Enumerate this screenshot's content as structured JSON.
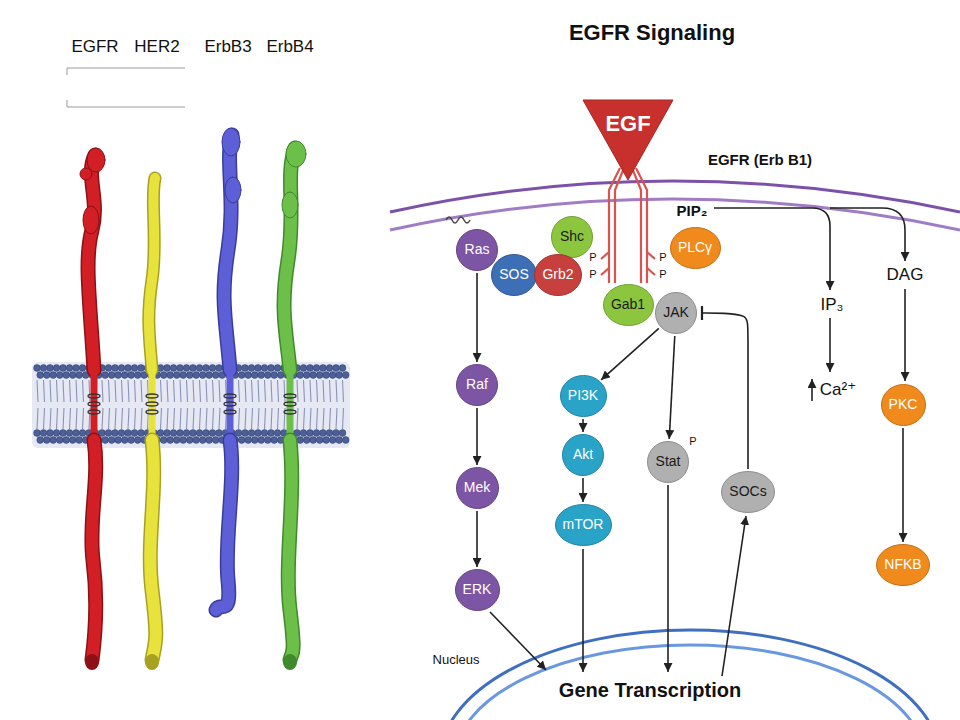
{
  "diagram": {
    "title": "EGFR Signaling",
    "nodes": [
      {
        "text": [
          "EGF"
        ]
      },
      {
        "text": [
          "Ras"
        ]
      },
      {
        "text": [
          "Shc"
        ]
      },
      {
        "text": [
          "PLCγ"
        ]
      },
      {
        "text": [
          "SOS"
        ]
      },
      {
        "text": [
          "Grb2"
        ]
      },
      {
        "text": [
          "Gab1"
        ]
      },
      {
        "text": [
          "JAK"
        ]
      },
      {
        "text": [
          "Raf"
        ]
      },
      {
        "text": [
          "PI3K"
        ]
      },
      {
        "text": [
          "PKC"
        ]
      },
      {
        "text": [
          "Stat"
        ]
      },
      {
        "text": [
          "Akt"
        ]
      },
      {
        "text": [
          "Mek"
        ]
      },
      {
        "text": [
          "SOCs"
        ]
      },
      {
        "text": [
          "mTOR"
        ]
      },
      {
        "text": [
          "ERK"
        ]
      },
      {
        "text": [
          "NFKB"
        ]
      }
    ],
    "edges": [
      {
        "from": 1,
        "to": 8,
        "arrow": "to"
      },
      {
        "from": 8,
        "to": 13,
        "arrow": "to"
      },
      {
        "from": 13,
        "to": 16,
        "arrow": "to"
      },
      {
        "from": 7,
        "to": 9,
        "arrow": "to"
      },
      {
        "from": 9,
        "to": 12,
        "arrow": "to"
      },
      {
        "from": 12,
        "to": 15,
        "arrow": "to"
      },
      {
        "from": 7,
        "to": 11,
        "arrow": "to"
      },
      {
        "from": 14,
        "to": 7,
        "arrow": "to"
      },
      {
        "from": 10,
        "to": 17,
        "arrow": "to"
      }
    ],
    "labels": [
      "EGFR",
      "HER2",
      "ErbB3",
      "ErbB4",
      "EGFR (Erb B1)",
      "PIP₂",
      "P",
      "P",
      "P",
      "P",
      "DAG",
      "IP₃",
      "Ca²⁺",
      "P",
      "Nucleus",
      "Gene Transcription"
    ]
  }
}
